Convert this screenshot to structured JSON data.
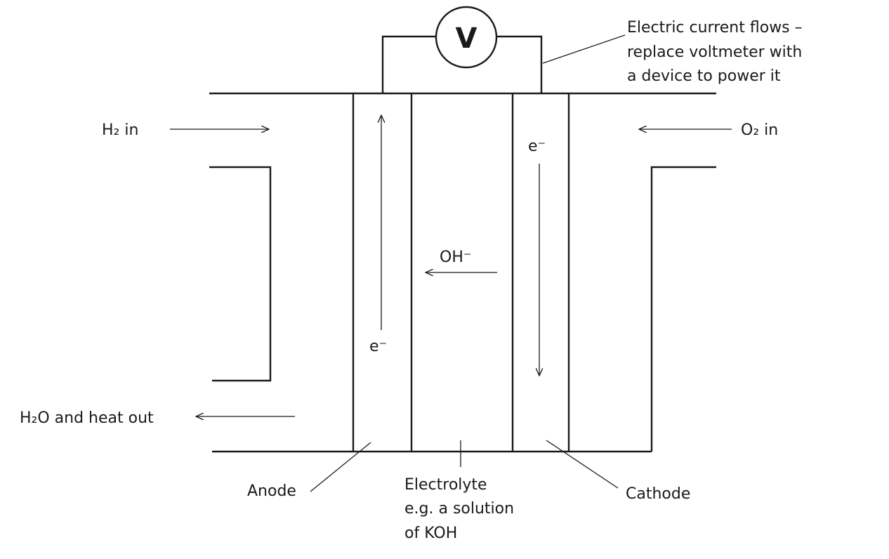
{
  "meter": {
    "symbol": "V"
  },
  "labels": {
    "current_line1": "Electric current flows –",
    "current_line2": "replace voltmeter with",
    "current_line3": "a device to power it",
    "h2_in": "H₂ in",
    "o2_in": "O₂ in",
    "h2o_out": "H₂O and heat out",
    "electron_anode": "e⁻",
    "electron_cathode": "e⁻",
    "hydroxide": "OH⁻",
    "anode": "Anode",
    "electrolyte_line1": "Electrolyte",
    "electrolyte_line2": "e.g. a solution",
    "electrolyte_line3": "of KOH",
    "cathode": "Cathode"
  }
}
